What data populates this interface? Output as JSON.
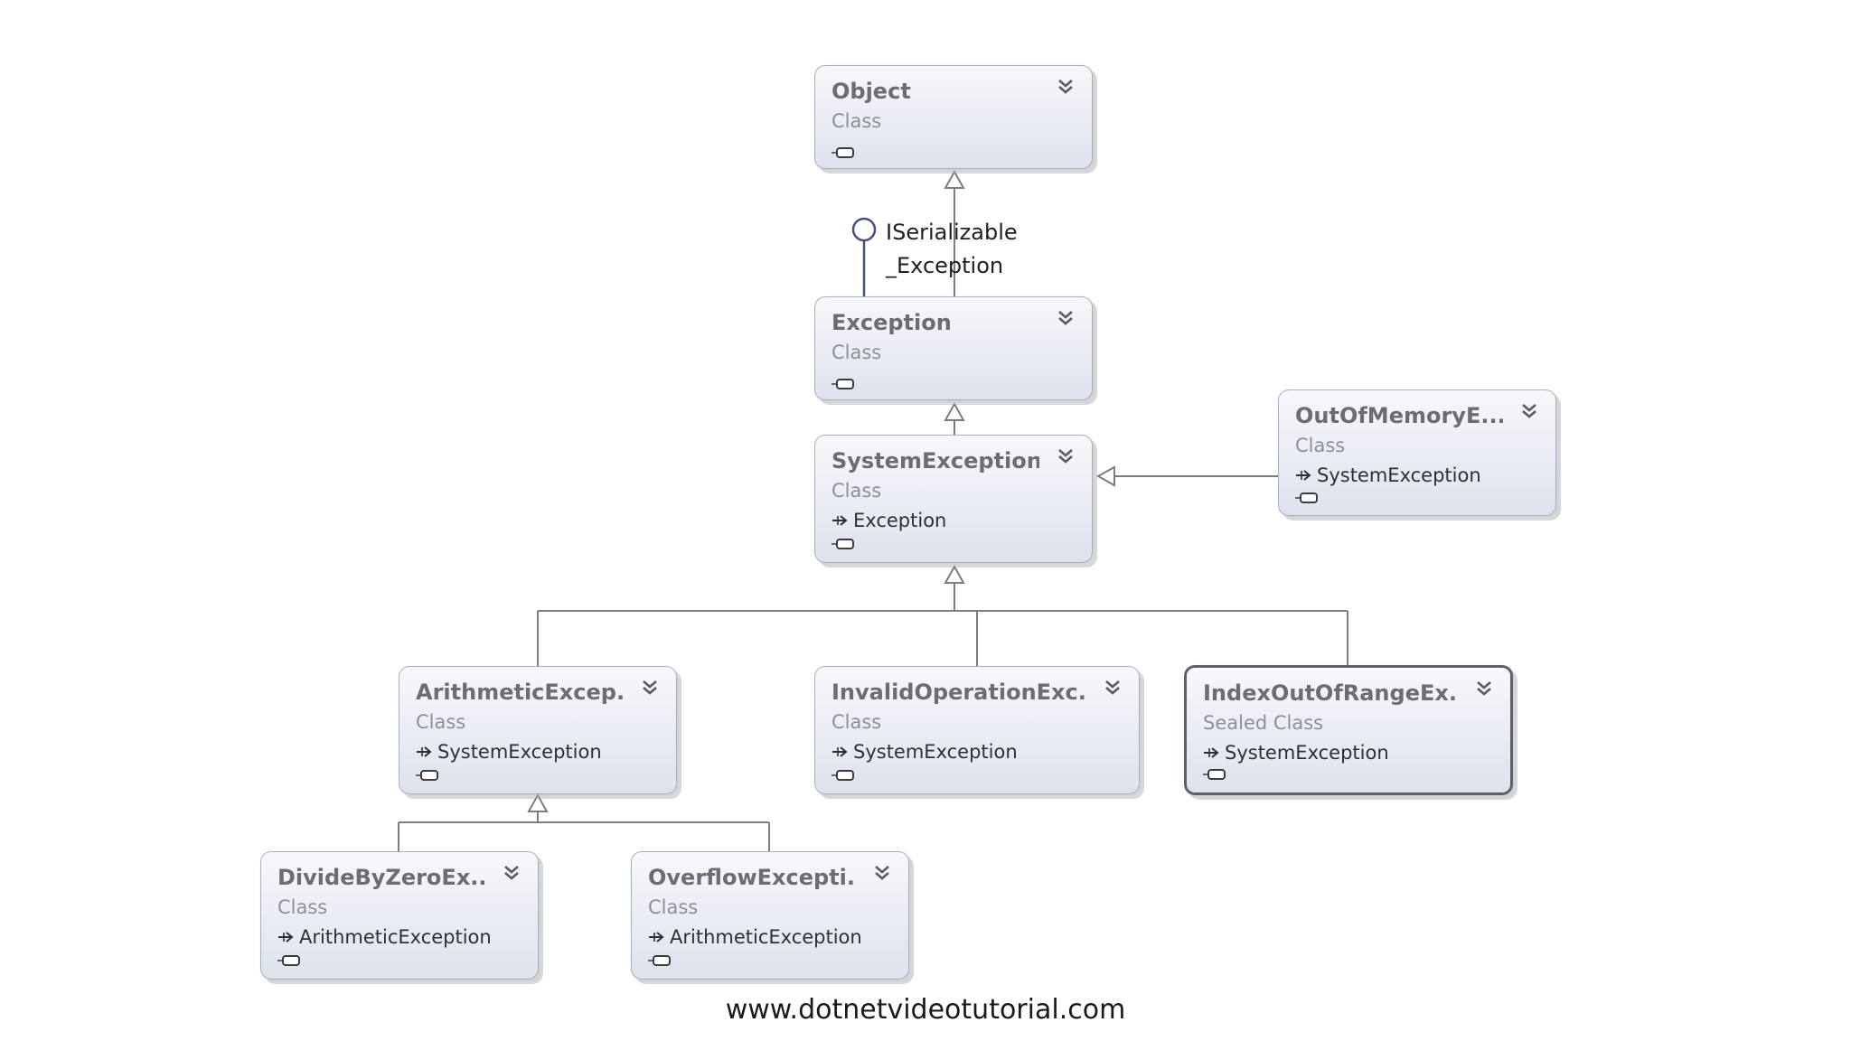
{
  "colors": {
    "box_border": "#a9b0bd",
    "box_fill_top": "#f7f8fb",
    "box_fill_bottom": "#dde2ec",
    "selected_border": "#5e6169",
    "class_name_text": "#6b6d73",
    "kind_text": "#8d9097",
    "connector": "#7a7d84",
    "interface_lollipop": "#4a4f7a"
  },
  "classes": {
    "object": {
      "name": "Object",
      "kind": "Class"
    },
    "exception": {
      "name": "Exception",
      "kind": "Class"
    },
    "system_exception": {
      "name": "SystemException",
      "kind": "Class",
      "base": "Exception"
    },
    "out_of_memory": {
      "name": "OutOfMemoryE...",
      "kind": "Class",
      "base": "SystemException"
    },
    "arithmetic": {
      "name": "ArithmeticExcep...",
      "kind": "Class",
      "base": "SystemException"
    },
    "invalid_operation": {
      "name": "InvalidOperationExc...",
      "kind": "Class",
      "base": "SystemException"
    },
    "index_out_of_range": {
      "name": "IndexOutOfRangeEx...",
      "kind": "Sealed Class",
      "base": "SystemException",
      "selected": true
    },
    "divide_by_zero": {
      "name": "DivideByZeroEx...",
      "kind": "Class",
      "base": "ArithmeticException"
    },
    "overflow": {
      "name": "OverflowExcepti...",
      "kind": "Class",
      "base": "ArithmeticException"
    }
  },
  "interfaces": {
    "iserializable": "ISerializable",
    "exception_iface": "_Exception"
  },
  "icons": {
    "expand": "double-chevron-down-icon",
    "members": "members-compartment-icon",
    "inherits": "inheritance-arrow-icon",
    "interface": "interface-lollipop-icon"
  },
  "footer": "www.dotnetvideotutorial.com"
}
